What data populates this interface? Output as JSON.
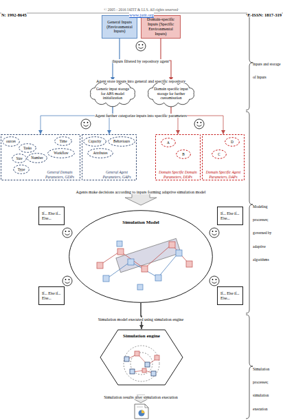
{
  "diagram": {
    "nodes": [
      {
        "text": [
          "General Inputs (Environmental Inputs)"
        ]
      },
      {
        "text": [
          "Domain-specific Inputs (Specific Environmental Inputs)"
        ]
      },
      {
        "text": [
          "Generic input storage for ABS model initialization"
        ]
      },
      {
        "text": [
          "Domain specific input storage for further customisation"
        ]
      },
      {
        "text": [
          "General Domain Parameters, GDPs"
        ]
      },
      {
        "text": [
          "ources"
        ],
        "in": 4
      },
      {
        "text": [
          "Tasks"
        ],
        "in": 4
      },
      {
        "text": [
          "Size"
        ],
        "in": 4
      },
      {
        "text": [
          "Number"
        ],
        "in": 4
      },
      {
        "text": [
          "Type"
        ],
        "in": 4
      },
      {
        "text": [
          "Time"
        ],
        "in": 4
      },
      {
        "text": [
          "Workflow"
        ],
        "in": 4
      },
      {
        "text": [
          "General Agent Parameters, GAPs"
        ]
      },
      {
        "text": [
          "Capacity"
        ],
        "in": 12
      },
      {
        "text": [
          "Behaviours"
        ],
        "in": 12
      },
      {
        "text": [
          "Attributes"
        ],
        "in": 12
      },
      {
        "text": [
          "Domain Specific Domain Parameters, DDPs"
        ]
      },
      {
        "text": [
          "A"
        ],
        "in": 16
      },
      {
        "text": [
          "B"
        ],
        "in": 16
      },
      {
        "text": [
          "Domain Specific Agent Parameters, DAPs"
        ]
      },
      {
        "text": [
          "C"
        ],
        "in": 19
      },
      {
        "text": [
          "D"
        ],
        "in": 19
      },
      {
        "text": [
          "Simulation Model"
        ]
      },
      {
        "text": [
          "If... Else if... Else..."
        ]
      },
      {
        "text": [
          "If... Else if... Else..."
        ]
      },
      {
        "text": [
          "If... Else if... Else..."
        ]
      },
      {
        "text": [
          "If... Else if... Else..."
        ]
      },
      {
        "text": [
          "Simulation engine"
        ]
      }
    ],
    "edges": [
      {
        "from": 0,
        "to": 2,
        "arrow": "to"
      },
      {
        "from": 1,
        "to": 3,
        "arrow": "to"
      },
      {
        "from": 2,
        "to": 4,
        "arrow": "to"
      },
      {
        "from": 2,
        "to": 12,
        "arrow": "to"
      },
      {
        "from": 3,
        "to": 16,
        "arrow": "to"
      },
      {
        "from": 3,
        "to": 19,
        "arrow": "to"
      },
      {
        "from": 22,
        "to": 27,
        "arrow": "to"
      }
    ],
    "labels": [
      "© 2005 - 2016 JATIT & LLS. All rights reserved·",
      "N: 1992-8645",
      "www.jatit.org",
      "E-ISSN: 1817-319",
      "Inputs filtered by repository agent",
      "Agent store inputs into general and specific repository",
      "Agent further categorize inputs into specific parameters",
      "Agents make decisions according to inputs forming adaptive simulation model",
      "Simulation model executed using simulation engine",
      "Simulation results after simulation execution",
      "Inputs and storage of Inputs",
      "Modeling processes; governed by adaptive algorithms",
      "Simulation processes; simulation execution"
    ]
  }
}
